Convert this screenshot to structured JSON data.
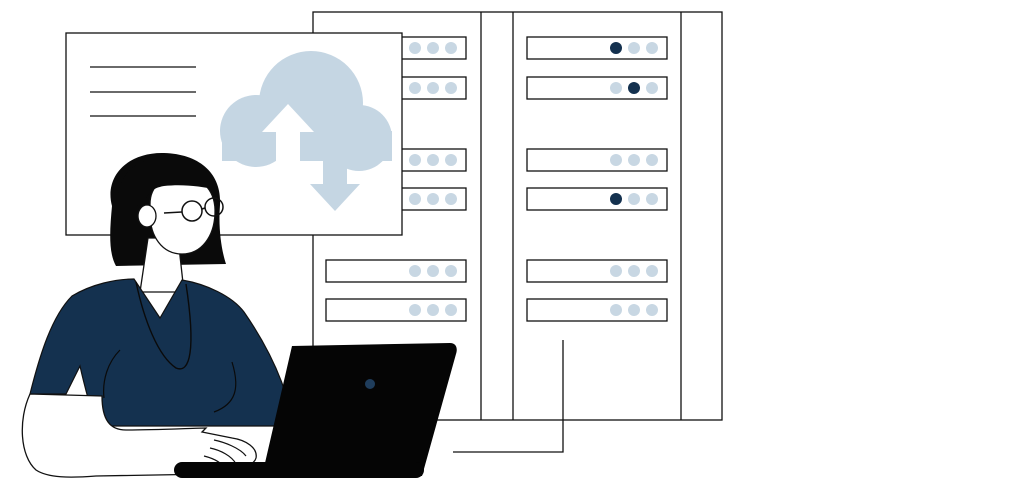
{
  "colors": {
    "outline": "#111111",
    "navy": "#14314f",
    "light_led": "#c8d7e3",
    "dark_led": "#14314f",
    "cloud": "#c5d6e3",
    "laptop": "#050505",
    "background": "#ffffff"
  },
  "icons": {
    "cloud": "cloud-icon",
    "upload": "upload-arrow-icon",
    "download": "download-arrow-icon"
  },
  "server_racks": {
    "left_rack": {
      "dark_led_slots": []
    },
    "right_rack": {
      "dark_led_slots": [
        {
          "unit": 1,
          "led": 1
        },
        {
          "unit": 2,
          "led": 2
        },
        {
          "unit": 4,
          "led": 1
        }
      ]
    }
  }
}
